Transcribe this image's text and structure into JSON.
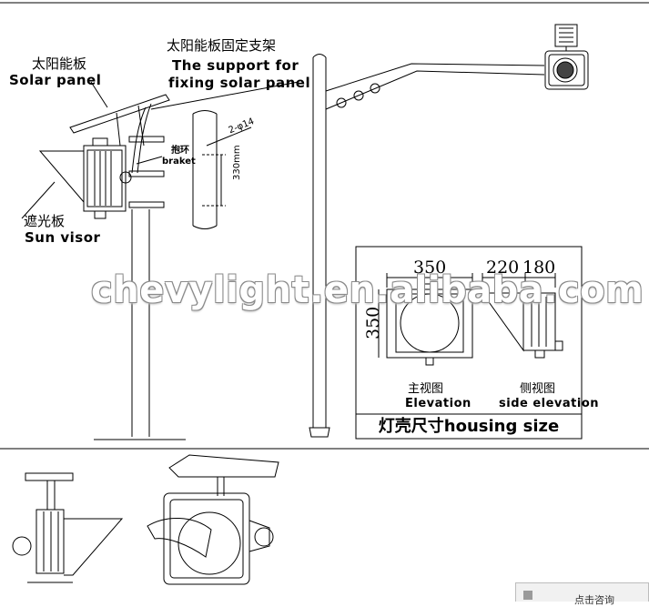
{
  "labels": {
    "solar_panel_cn": "太阳能板",
    "solar_panel_en": "Solar panel",
    "support_cn": "太阳能板固定支架",
    "support_en_1": "The support for",
    "support_en_2": "fixing solar panel",
    "hoop_cn": "抱环",
    "hoop_en": "braket",
    "sun_visor_cn": "遮光板",
    "sun_visor_en": "Sun visor",
    "bolt_spec": "2-φ14",
    "bolt_spacing": "330mm"
  },
  "housing": {
    "title": "灯壳尺寸housing size",
    "width": "350",
    "height": "350",
    "depth_1": "220",
    "depth_2": "180",
    "elevation_cn": "主视图",
    "elevation_en": "Elevation",
    "side_cn": "侧视图",
    "side_en": "side elevation"
  },
  "watermark": "chevylight.en.alibaba.com",
  "widget": {
    "consult_label": "点击咨询"
  }
}
